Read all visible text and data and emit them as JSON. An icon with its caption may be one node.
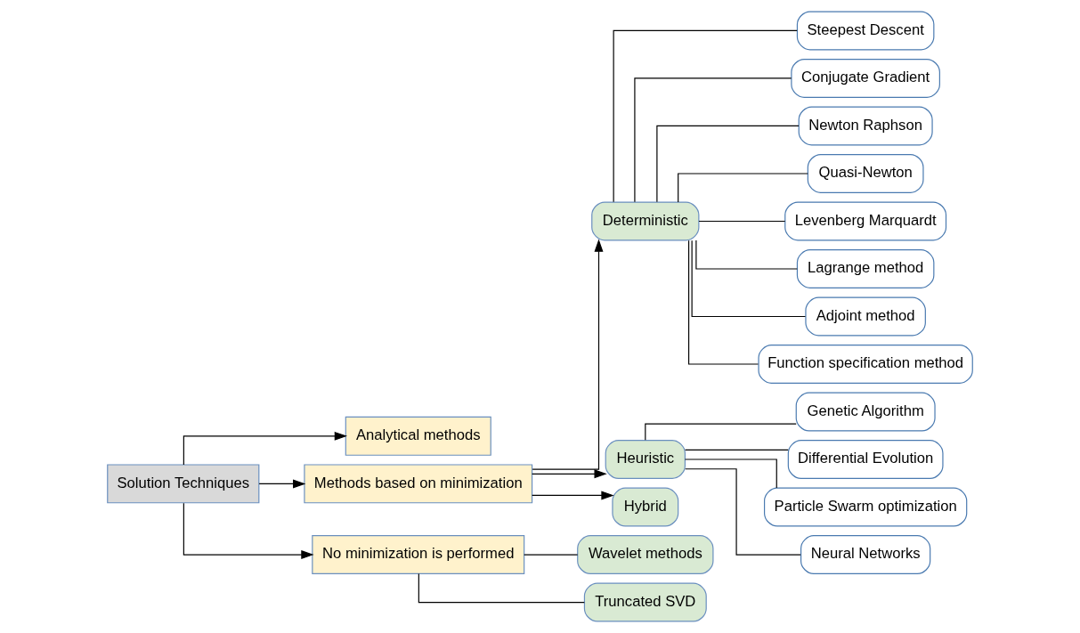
{
  "diagram": {
    "nodes": [
      {
        "text": [
          "Solution Techniques"
        ]
      },
      {
        "text": [
          "Analytical methods"
        ]
      },
      {
        "text": [
          "Methods based on minimization"
        ]
      },
      {
        "text": [
          "No minimization is performed"
        ]
      },
      {
        "text": [
          "Deterministic"
        ]
      },
      {
        "text": [
          "Heuristic"
        ]
      },
      {
        "text": [
          "Hybrid"
        ]
      },
      {
        "text": [
          "Wavelet methods"
        ]
      },
      {
        "text": [
          "Truncated SVD"
        ]
      },
      {
        "text": [
          "Steepest Descent"
        ]
      },
      {
        "text": [
          "Conjugate Gradient"
        ]
      },
      {
        "text": [
          "Newton Raphson"
        ]
      },
      {
        "text": [
          "Quasi-Newton"
        ]
      },
      {
        "text": [
          "Levenberg Marquardt"
        ]
      },
      {
        "text": [
          "Lagrange method"
        ]
      },
      {
        "text": [
          "Adjoint method"
        ]
      },
      {
        "text": [
          "Function specification method"
        ]
      },
      {
        "text": [
          "Genetic Algorithm"
        ]
      },
      {
        "text": [
          "Differential Evolution"
        ]
      },
      {
        "text": [
          "Particle Swarm optimization"
        ]
      },
      {
        "text": [
          "Neural Networks"
        ]
      }
    ],
    "edges": [
      {
        "from": 0,
        "to": 1,
        "arrow": "to"
      },
      {
        "from": 0,
        "to": 2,
        "arrow": "to"
      },
      {
        "from": 0,
        "to": 3,
        "arrow": "to"
      },
      {
        "from": 2,
        "to": 4,
        "arrow": "to"
      },
      {
        "from": 2,
        "to": 5,
        "arrow": "to"
      },
      {
        "from": 2,
        "to": 6,
        "arrow": "to"
      },
      {
        "from": 3,
        "to": 7,
        "arrow": "none"
      },
      {
        "from": 3,
        "to": 8,
        "arrow": "none"
      },
      {
        "from": 4,
        "to": 9,
        "arrow": "none"
      },
      {
        "from": 4,
        "to": 10,
        "arrow": "none"
      },
      {
        "from": 4,
        "to": 11,
        "arrow": "none"
      },
      {
        "from": 4,
        "to": 12,
        "arrow": "none"
      },
      {
        "from": 4,
        "to": 13,
        "arrow": "none"
      },
      {
        "from": 4,
        "to": 14,
        "arrow": "none"
      },
      {
        "from": 4,
        "to": 15,
        "arrow": "none"
      },
      {
        "from": 4,
        "to": 16,
        "arrow": "none"
      },
      {
        "from": 5,
        "to": 17,
        "arrow": "none"
      },
      {
        "from": 5,
        "to": 18,
        "arrow": "none"
      },
      {
        "from": 5,
        "to": 19,
        "arrow": "none"
      },
      {
        "from": 5,
        "to": 20,
        "arrow": "none"
      }
    ]
  }
}
